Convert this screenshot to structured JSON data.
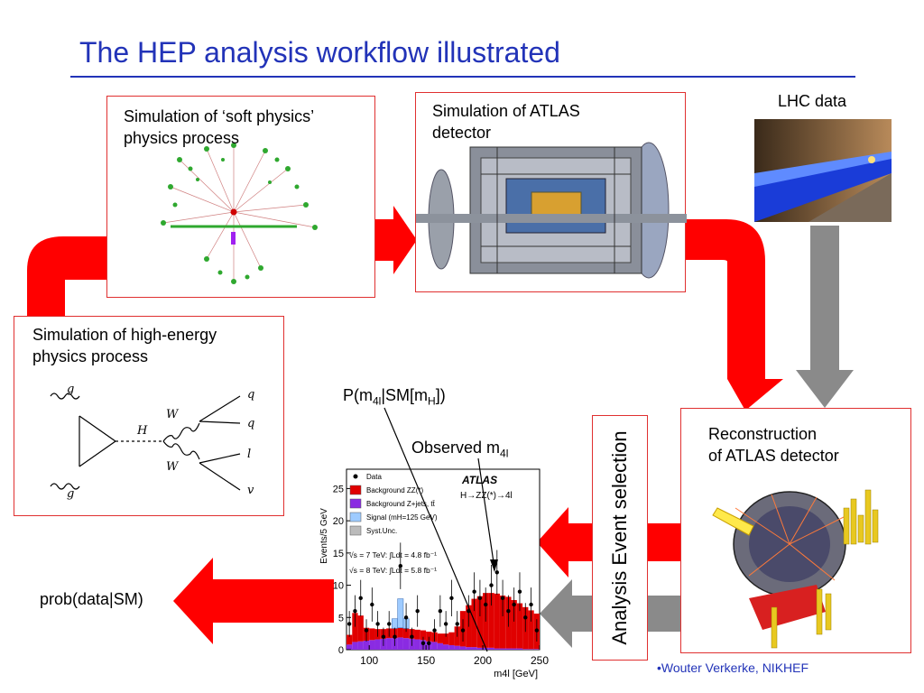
{
  "slide": {
    "title": "The HEP analysis workflow illustrated",
    "footer": "•Wouter Verkerke, NIKHEF"
  },
  "boxes": {
    "soft_physics": "Simulation of ‘soft physics’\nphysics process",
    "atlas_detector": "Simulation of ATLAS\ndetector",
    "high_energy": "Simulation of high-energy\nphysics process",
    "reconstruction": "Reconstruction\nof ATLAS detector"
  },
  "lhc_label": "LHC data",
  "analysis_label": "Analysis Event selection",
  "annotations": {
    "p_label": {
      "pre": "P(m",
      "sub1": "4l",
      "mid": "|SM[m",
      "sub2": "H",
      "post": "])"
    },
    "observed_label": {
      "pre": "Observed m",
      "sub": "4l"
    },
    "prob_label": "prob(data|SM)"
  },
  "feynman": {
    "labels": [
      "g",
      "g",
      "H",
      "W",
      "W",
      "q",
      "q",
      "l",
      "v"
    ]
  },
  "colors": {
    "title": "#2233b8",
    "arrow_red": "#ff0000",
    "arrow_gray": "#8a8a8a",
    "box_border": "#e03030",
    "background": "#e00000",
    "zjets": "#8a2be2",
    "signal": "#9ecbff"
  },
  "chart_data": {
    "type": "bar",
    "title": "ATLAS",
    "subtitle": "H→ZZ(*)→4l",
    "xlabel": "m4l [GeV]",
    "ylabel": "Events/5 GeV",
    "xlim": [
      80,
      250
    ],
    "ylim": [
      0,
      28
    ],
    "xticks": [
      100,
      150,
      200,
      250
    ],
    "yticks": [
      0,
      5,
      10,
      15,
      20,
      25
    ],
    "legend": [
      "Data",
      "Background ZZ(*)",
      "Background Z+jets, tt̄",
      "Signal (mH=125 GeV)",
      "Syst.Unc."
    ],
    "energy_lines": [
      "√s = 7 TeV: ∫Ldt = 4.8 fb⁻¹",
      "√s = 8 TeV: ∫Ldt = 5.8 fb⁻¹"
    ],
    "bins": [
      80,
      85,
      90,
      95,
      100,
      105,
      110,
      115,
      120,
      125,
      130,
      135,
      140,
      145,
      150,
      155,
      160,
      165,
      170,
      175,
      180,
      185,
      190,
      195,
      200,
      205,
      210,
      215,
      220,
      225,
      230,
      235,
      240,
      245
    ],
    "series": [
      {
        "name": "Background ZZ(*)",
        "values": [
          1.5,
          4.5,
          4,
          2,
          1.8,
          1.6,
          1.5,
          1.5,
          1.5,
          1.5,
          1.5,
          1.5,
          1.5,
          1.5,
          1.5,
          1.5,
          1.5,
          1.7,
          2,
          3,
          5.5,
          6.5,
          7.5,
          8,
          8.5,
          8.5,
          8.5,
          8.2,
          8,
          7.5,
          7,
          6.5,
          6,
          5.5
        ]
      },
      {
        "name": "Background Z+jets, tt̄",
        "values": [
          0.8,
          1.2,
          1.3,
          1.4,
          1.5,
          1.6,
          1.7,
          1.8,
          1.8,
          1.9,
          1.8,
          1.7,
          1.6,
          1.5,
          1.3,
          1.2,
          1.0,
          0.8,
          0.7,
          0.6,
          0.5,
          0.4,
          0.4,
          0.3,
          0.3,
          0.3,
          0.2,
          0.2,
          0.2,
          0.2,
          0.2,
          0.1,
          0.1,
          0.1
        ]
      },
      {
        "name": "Signal (mH=125 GeV)",
        "values": [
          0,
          0,
          0,
          0,
          0,
          0,
          0,
          0,
          1.5,
          4.5,
          1.5,
          0,
          0,
          0,
          0,
          0,
          0,
          0,
          0,
          0,
          0,
          0,
          0,
          0,
          0,
          0,
          0,
          0,
          0,
          0,
          0,
          0,
          0,
          0
        ]
      }
    ],
    "data_points": {
      "x": [
        82.5,
        87.5,
        92.5,
        97.5,
        102.5,
        107.5,
        112.5,
        117.5,
        122.5,
        127.5,
        132.5,
        137.5,
        142.5,
        147.5,
        152.5,
        157.5,
        162.5,
        167.5,
        172.5,
        177.5,
        182.5,
        187.5,
        192.5,
        197.5,
        202.5,
        207.5,
        212.5,
        217.5,
        222.5,
        227.5,
        232.5,
        237.5,
        242.5,
        247.5
      ],
      "y": [
        4,
        6,
        8,
        3,
        7,
        4,
        2,
        4,
        2,
        13,
        5,
        2,
        6,
        1,
        1,
        3,
        6,
        4,
        8,
        4,
        3,
        6,
        9,
        8,
        7,
        10,
        12,
        8,
        6,
        7,
        9,
        5,
        7,
        3
      ]
    }
  }
}
